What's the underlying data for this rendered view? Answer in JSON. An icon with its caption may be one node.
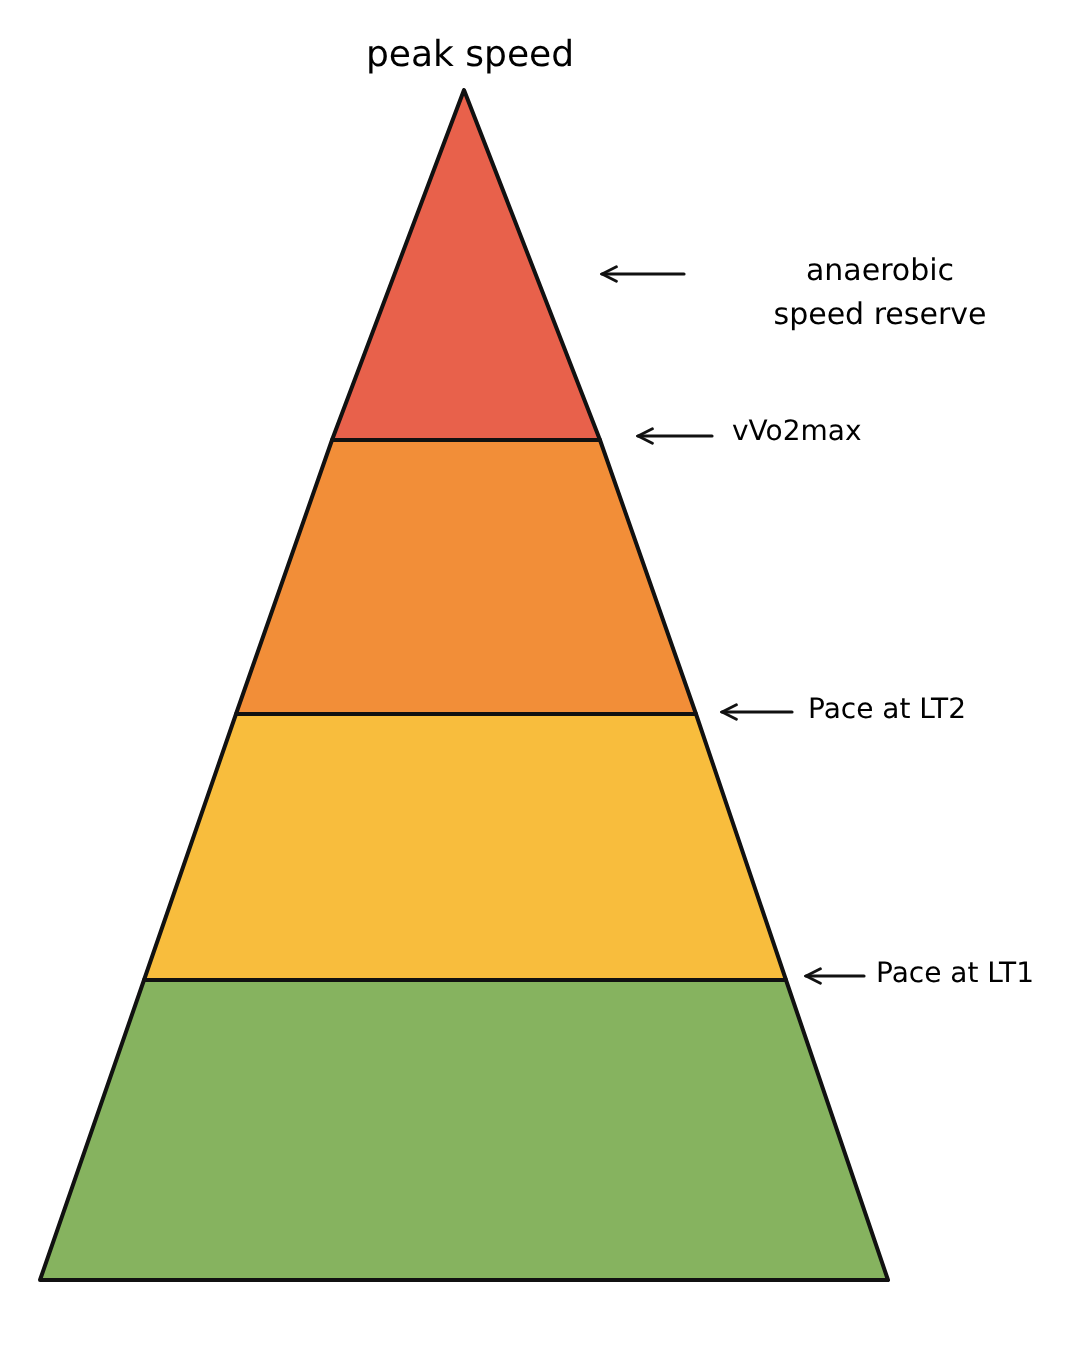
{
  "diagram": {
    "nodes": [
      {
        "text": [
          "peak speed"
        ]
      },
      {
        "text": [],
        "shape": "triangle"
      },
      {
        "text": [],
        "shape": "trapezoid"
      },
      {
        "text": [],
        "shape": "trapezoid"
      },
      {
        "text": [],
        "shape": "trapezoid"
      },
      {
        "text": [
          "anaerobic speed reserve"
        ]
      },
      {
        "text": [
          "vVo2max"
        ]
      },
      {
        "text": [
          "Pace at LT2"
        ]
      },
      {
        "text": [
          "Pace at LT1"
        ]
      }
    ],
    "edges": [
      {
        "from": 5,
        "to": 1,
        "arrow": "to"
      },
      {
        "from": 6,
        "to": 1,
        "arrow": "to"
      },
      {
        "from": 7,
        "to": 2,
        "arrow": "to"
      },
      {
        "from": 8,
        "to": 3,
        "arrow": "to"
      }
    ]
  }
}
